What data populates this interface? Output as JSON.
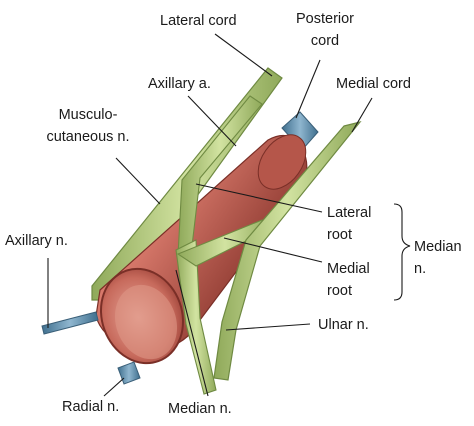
{
  "labels": {
    "lateral_cord": "Lateral cord",
    "posterior_cord": [
      "Posterior",
      "cord"
    ],
    "axillary_a": "Axillary a.",
    "medial_cord": "Medial cord",
    "musculocutaneous": [
      "Musculo-",
      "cutaneous n."
    ],
    "lateral_root": [
      "Lateral",
      "root"
    ],
    "median_group": [
      "Median",
      "n."
    ],
    "medial_root": [
      "Medial",
      "root"
    ],
    "axillary_n": "Axillary n.",
    "ulnar_n": "Ulnar n.",
    "radial_n": "Radial n.",
    "median_n": "Median n."
  },
  "colors": {
    "artery": "#c25a4f",
    "artery_dark": "#8e3a31",
    "nerve": "#b9cf7f",
    "nerve_dark": "#7f9a4e",
    "posterior_cord": "#5f8fae",
    "leader_line": "#1a1a1a"
  }
}
